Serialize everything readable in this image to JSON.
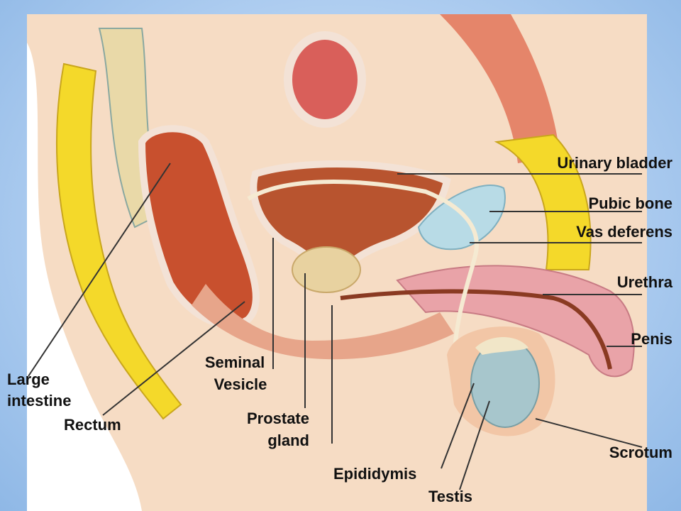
{
  "labels": {
    "urinary_bladder": "Urinary bladder",
    "pubic_bone": "Pubic bone",
    "vas_deferens": "Vas deferens",
    "urethra": "Urethra",
    "penis": "Penis",
    "scrotum": "Scrotum",
    "testis": "Testis",
    "epididymis": "Epididymis",
    "prostate_line1": "Prostate",
    "prostate_line2": "gland",
    "seminal_line1": "Seminal",
    "seminal_line2": "Vesicle",
    "large_intestine_line1": "Large",
    "large_intestine_line2": "intestine",
    "rectum": "Rectum"
  },
  "colors": {
    "background": "#9ec3ea",
    "skin": "#f6dcc4",
    "fat": "#f4d92a",
    "muscle": "#e7a58a",
    "bladder": "#b8542f",
    "rectum": "#c8502e",
    "bone": "#b8dbe6",
    "testis": "#a7c6cc",
    "penis_tissue": "#e9a3a8"
  }
}
